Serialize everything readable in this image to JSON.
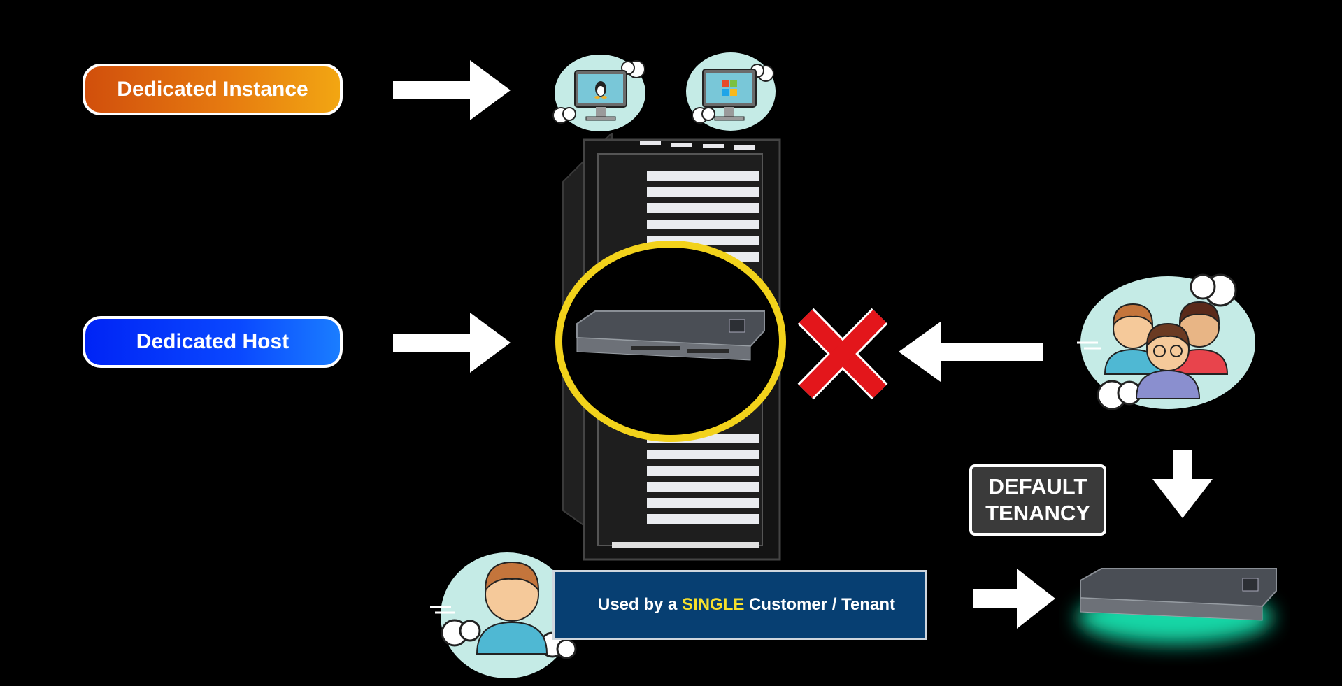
{
  "labels": {
    "dedicated_instance": "Dedicated Instance",
    "dedicated_host": "Dedicated Host",
    "default_tenancy": "DEFAULT\nTENANCY"
  },
  "banner": {
    "prefix": "Used by a ",
    "highlight": "SINGLE",
    "suffix": " Customer / Tenant"
  },
  "colors": {
    "instance_gradient": [
      "#d14f0c",
      "#f2a612"
    ],
    "host_gradient": [
      "#0024f5",
      "#1a7dff"
    ],
    "highlight_circle": "#f2d21b",
    "cross": "#e3161b",
    "banner_bg": "#073f72",
    "cloud": "#c5ebe6",
    "server_glow": "#19d6a6"
  },
  "icons": [
    "arrow-right-icon",
    "arrow-left-icon",
    "arrow-down-icon",
    "linux-monitor-icon",
    "windows-monitor-icon",
    "server-rack-icon",
    "server-unit-icon",
    "cross-icon",
    "user-group-icon",
    "single-user-icon"
  ]
}
